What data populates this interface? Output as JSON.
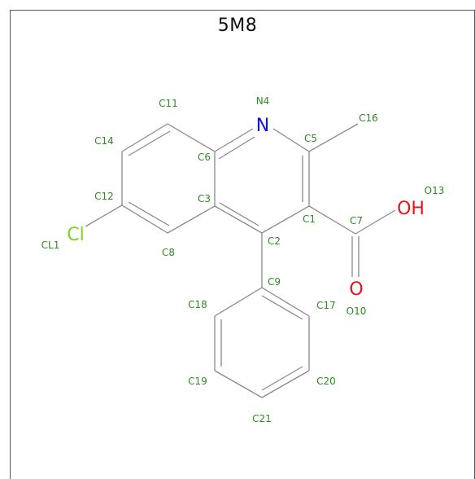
{
  "title": "5M8",
  "colors": {
    "bond": "#8a8a8a",
    "label": "#2e8b22",
    "nitrogen": "#0a14e0",
    "oxygen": "#e0161c",
    "chlorine": "#7ed321"
  },
  "elements": {
    "n": "N",
    "oh": "OH",
    "o": "O",
    "cl": "Cl"
  },
  "atom_labels": {
    "C11": "C11",
    "N4": "N4",
    "C16": "C16",
    "C14": "C14",
    "C6": "C6",
    "C5": "C5",
    "C12": "C12",
    "C3": "C3",
    "O13": "O13",
    "C1": "C1",
    "C7": "C7",
    "CL1": "CL1",
    "C2": "C2",
    "C8": "C8",
    "C9": "C9",
    "C18": "C18",
    "C17": "C17",
    "O10": "O10",
    "C19": "C19",
    "C20": "C20",
    "C21": "C21"
  }
}
